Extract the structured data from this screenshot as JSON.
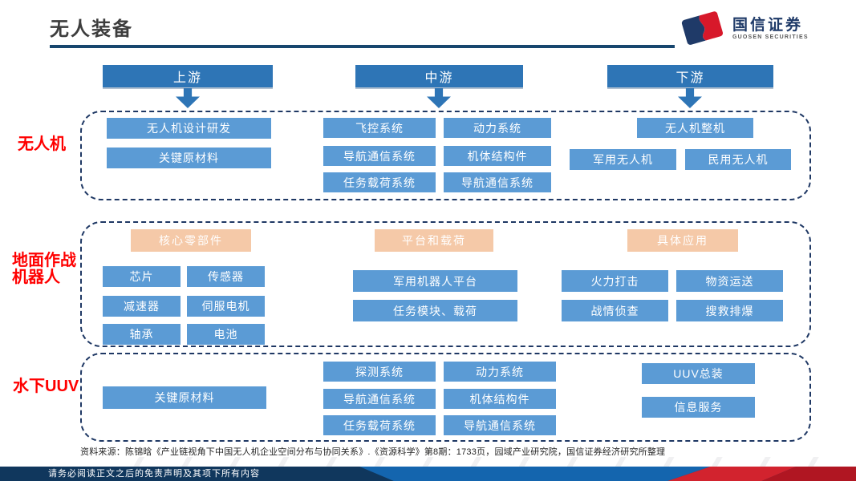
{
  "slide": {
    "title": "无人装备",
    "source_note": "资料来源：陈锦晗《产业链视角下中国无人机企业空间分布与协同关系》.《资源科学》第8期：1733页，园域产业研究院，国信证券经济研究所整理",
    "disclaimer": "请务必阅读正文之后的免责声明及其项下所有内容"
  },
  "logo": {
    "cn": "国信证券",
    "en": "GUOSEN SECURITIES"
  },
  "chain": {
    "upstream": "上游",
    "midstream": "中游",
    "downstream": "下游"
  },
  "rows": [
    {
      "label": "无人机",
      "up": [
        "无人机设计研发",
        "关键原材料"
      ],
      "mid_col1": [
        "飞控系统",
        "导航通信系统",
        "任务载荷系统"
      ],
      "mid_col2": [
        "动力系统",
        "机体结构件",
        "导航通信系统"
      ],
      "down_top": "无人机整机",
      "down": [
        "军用无人机",
        "民用无人机"
      ]
    },
    {
      "label": "地面作战机器人",
      "up_header": "核心零部件",
      "mid_header": "平台和载荷",
      "down_header": "具体应用",
      "up": [
        "芯片",
        "传感器",
        "减速器",
        "伺服电机",
        "轴承",
        "电池"
      ],
      "mid": [
        "军用机器人平台",
        "任务模块、载荷"
      ],
      "down": [
        "火力打击",
        "物资运送",
        "战情侦查",
        "搜救排爆"
      ]
    },
    {
      "label": "水下UUV",
      "up": [
        "关键原材料"
      ],
      "mid_col1": [
        "探测系统",
        "导航通信系统",
        "任务载荷系统"
      ],
      "mid_col2": [
        "动力系统",
        "机体结构件",
        "导航通信系统"
      ],
      "down": [
        "UUV总装",
        "信息服务"
      ]
    }
  ],
  "colors": {
    "header_blue": "#2E75B6",
    "item_blue": "#5B9BD5",
    "peach": "#F5C9A8",
    "zone_border_navy": "#1F3864",
    "label_red": "#FF0000",
    "title_rule_navy": "#17466E",
    "footer_navy": "#10375D",
    "footer_blue": "#1465AE",
    "footer_red": "#C9161E",
    "logo_blue": "#1F3A68",
    "logo_red": "#D7182A"
  }
}
